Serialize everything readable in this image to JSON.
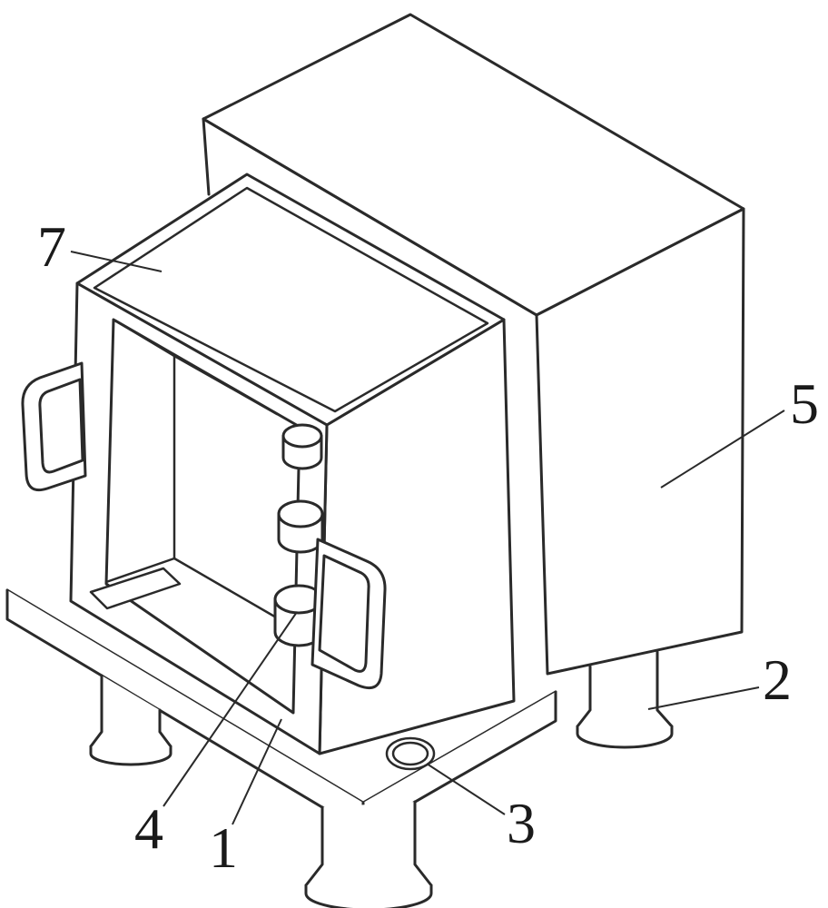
{
  "figure": {
    "background": "#ffffff",
    "ink_color": "#2a2a2a",
    "labels": [
      {
        "text": "7"
      },
      {
        "text": "5"
      },
      {
        "text": "2"
      },
      {
        "text": "3"
      },
      {
        "text": "1"
      },
      {
        "text": "4"
      }
    ]
  }
}
